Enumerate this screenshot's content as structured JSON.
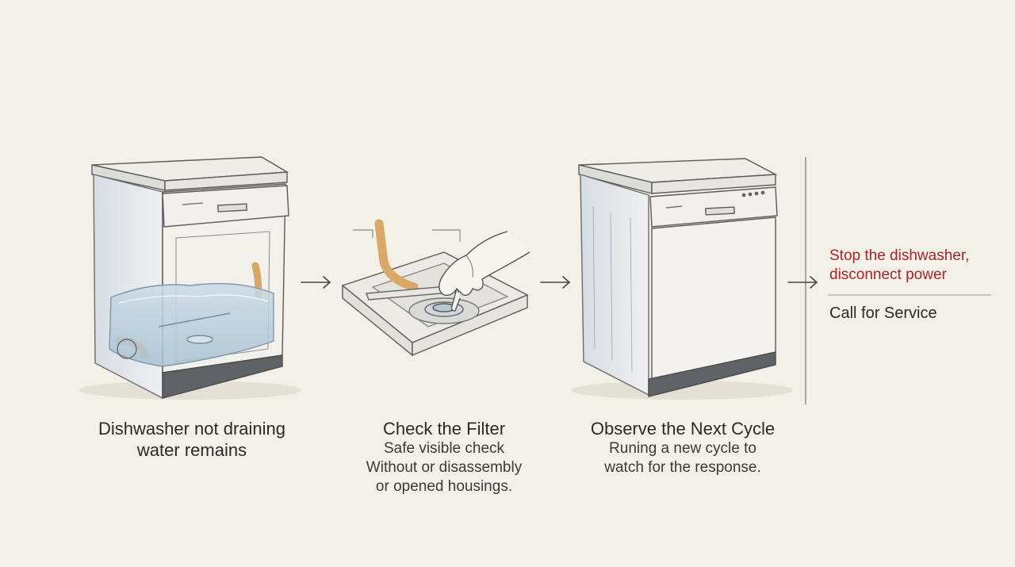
{
  "steps": [
    {
      "title_line1": "Dishwasher not draining",
      "title_line2": "water remains"
    },
    {
      "title": "Check the Filter",
      "body_line1": "Safe visible check",
      "body_line2": "Without or disassembly",
      "body_line3": "or opened housings."
    },
    {
      "title": "Observe the Next Cycle",
      "body_line1": "Runing a new cycle to",
      "body_line2": "watch for the response."
    }
  ],
  "outcome": {
    "warning_line1": "Stop the dishwasher,",
    "warning_line2": "disconnect power",
    "call": "Call for Service"
  },
  "colors": {
    "background": "#f3f0e8",
    "warning": "#a8242a",
    "water": "#b8cede",
    "hose": "#d9a866",
    "ink": "#555555"
  },
  "icons": [
    "arrow-right-icon",
    "dishwasher-icon",
    "hand-icon",
    "filter-icon"
  ]
}
